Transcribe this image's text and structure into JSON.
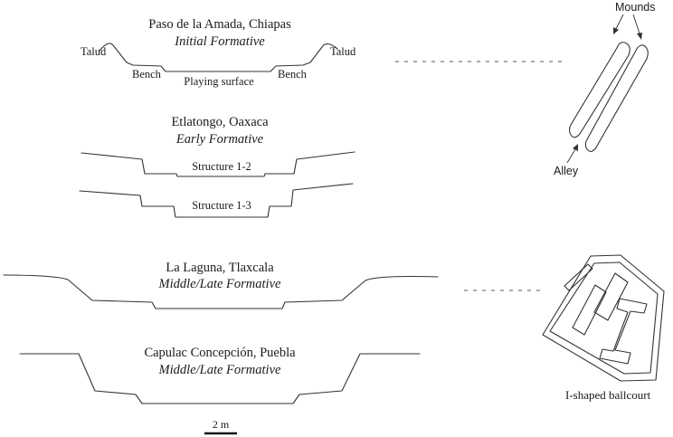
{
  "sections": {
    "paso": {
      "site": "Paso de la Amada, Chiapas",
      "period": "Initial Formative",
      "labels": {
        "talud_left": "Talud",
        "talud_right": "Talud",
        "bench_left": "Bench",
        "bench_right": "Bench",
        "playing_surface": "Playing surface"
      }
    },
    "etlatongo": {
      "site": "Etlatongo, Oaxaca",
      "period": "Early Formative",
      "structure_1": "Structure 1-2",
      "structure_2": "Structure 1-3"
    },
    "laguna": {
      "site": "La Laguna, Tlaxcala",
      "period": "Middle/Late Formative"
    },
    "capulac": {
      "site": "Capulac Concepción, Puebla",
      "period": "Middle/Late Formative"
    }
  },
  "plans": {
    "mounds_label": "Mounds",
    "alley_label": "Alley",
    "ballcourt_label": "I-shaped ballcourt"
  },
  "scale": {
    "label": "2 m"
  }
}
